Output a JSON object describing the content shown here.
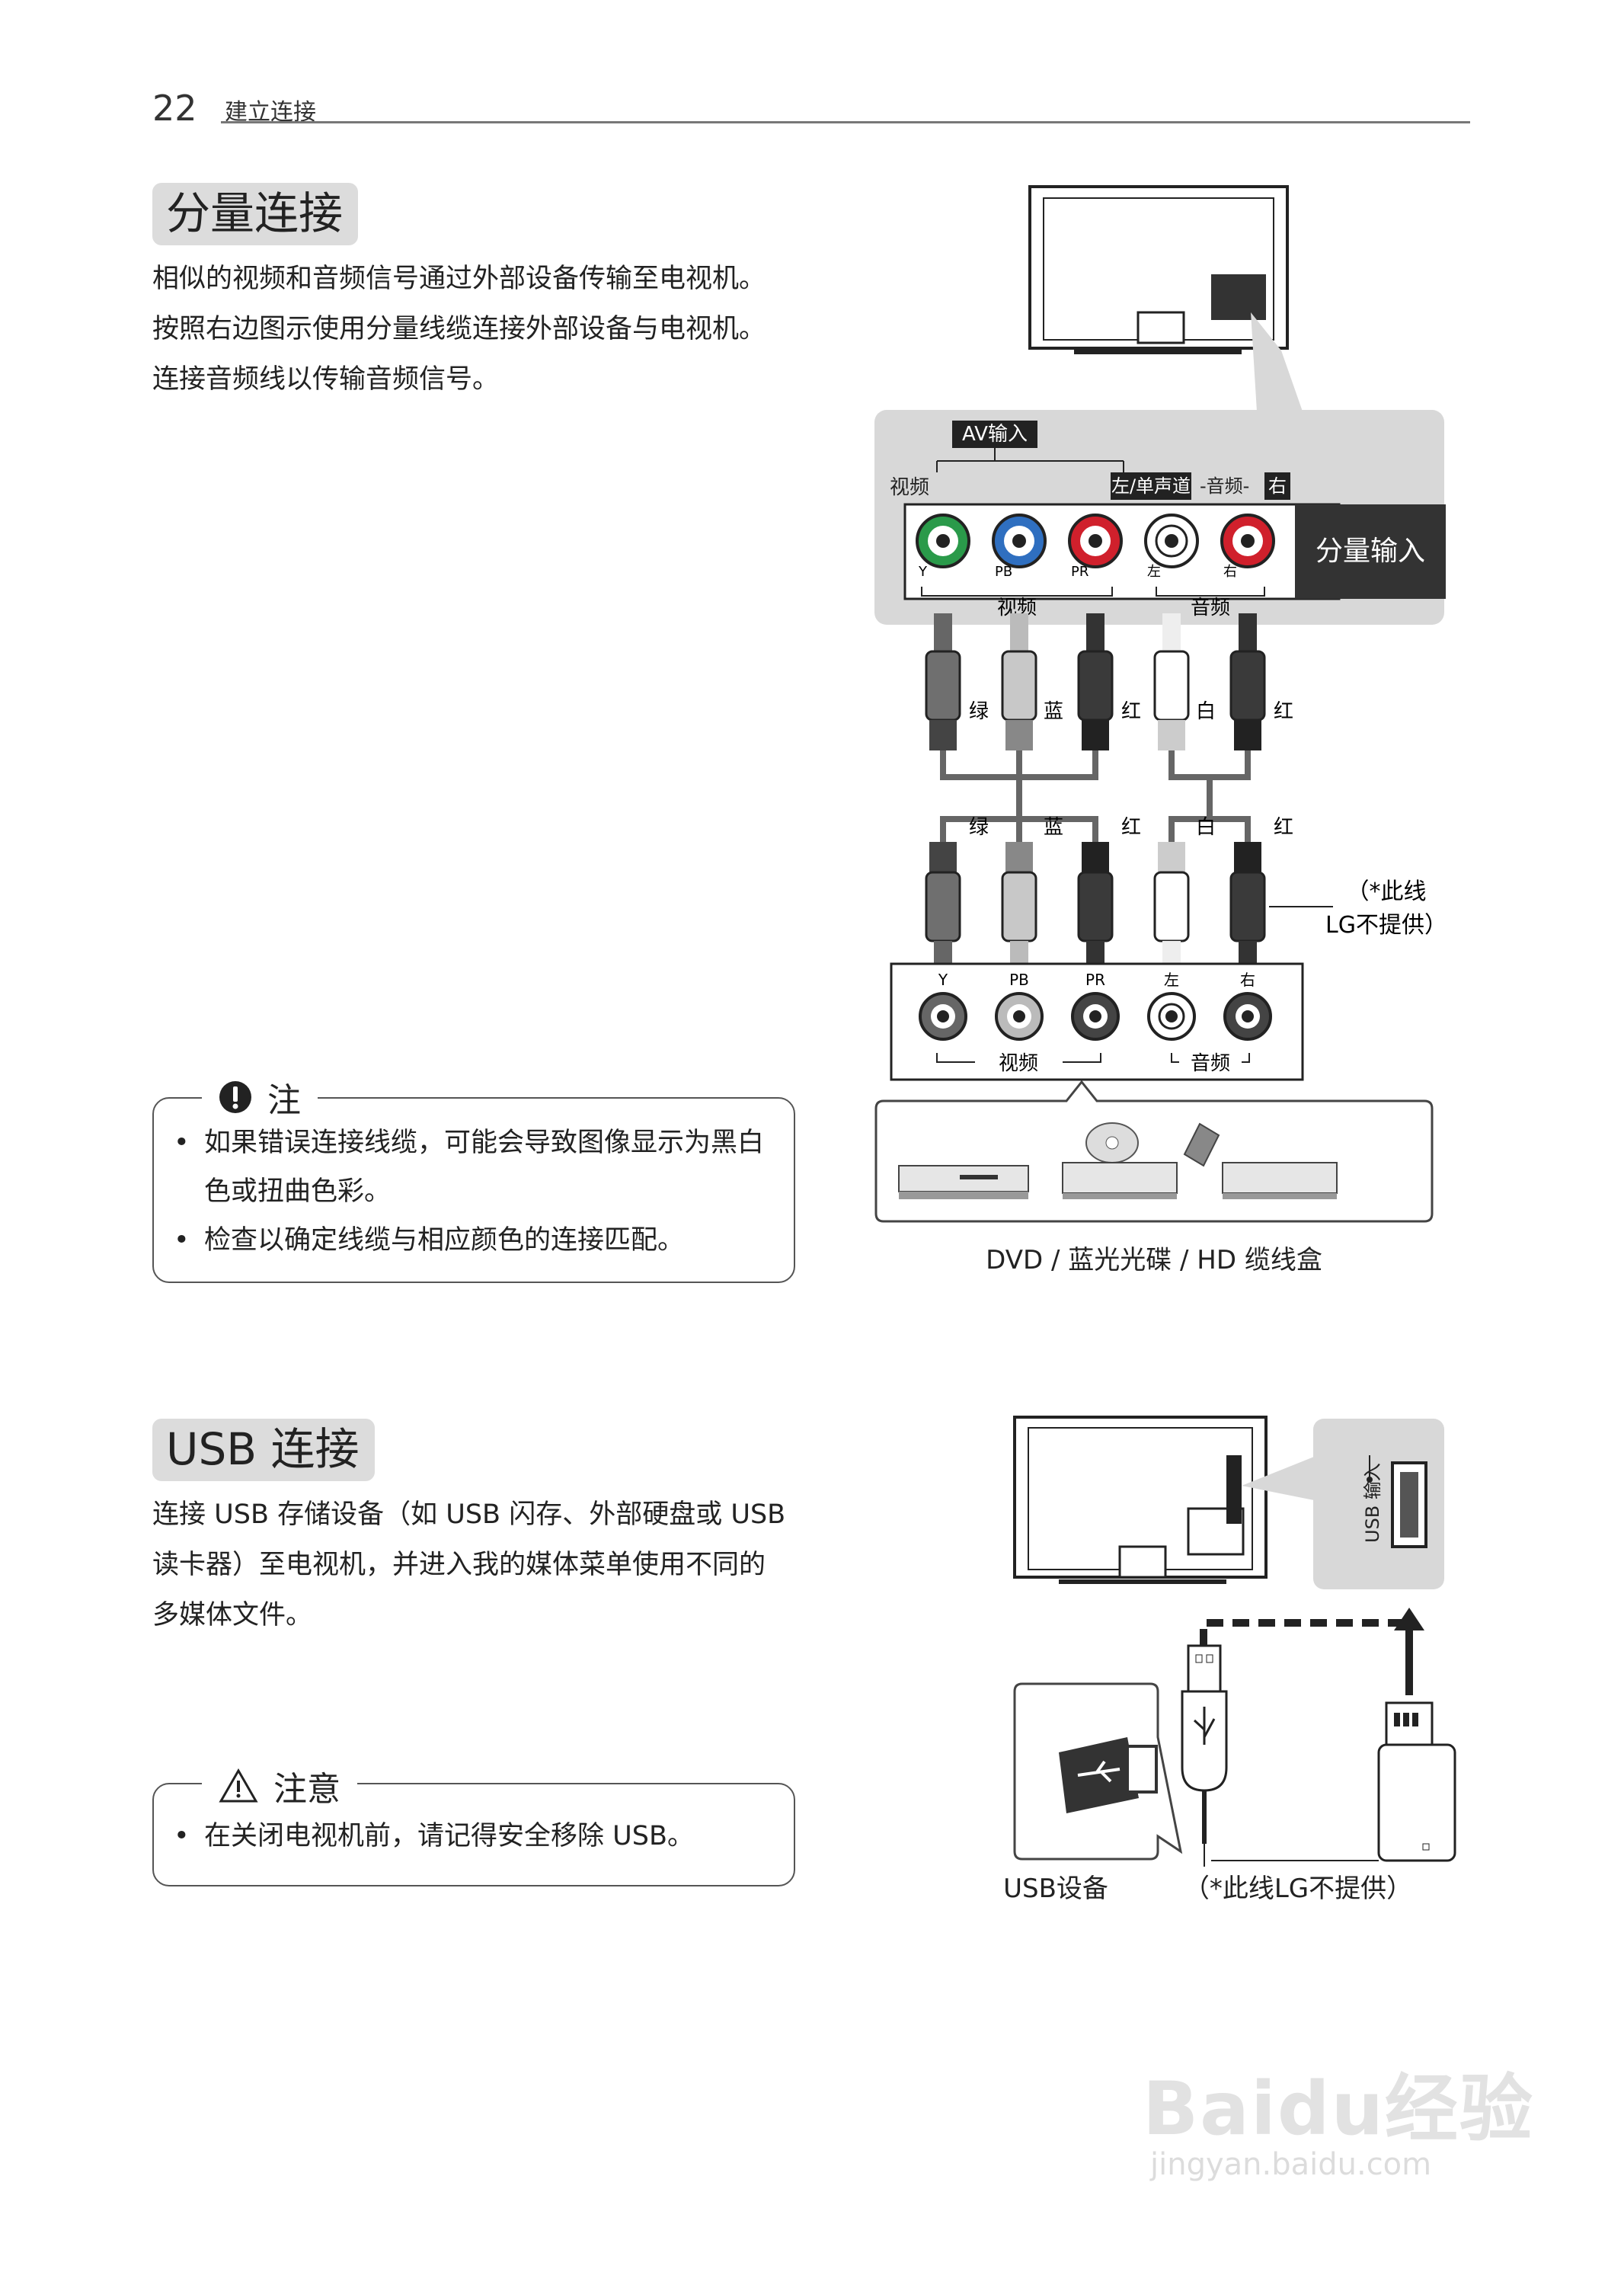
{
  "header": {
    "page_number": "22",
    "chapter": "建立连接"
  },
  "component": {
    "title": "分量连接",
    "lines": [
      "相似的视频和音频信号通过外部设备传输至电视机。",
      "按照右边图示使用分量线缆连接外部设备与电视机。",
      "连接音频线以传输音频信号。"
    ],
    "note": {
      "title": "注",
      "items": [
        "如果错误连接线缆，可能会导致图像显示为黑白",
        "色或扭曲色彩。",
        "检查以确定线缆与相应颜色的连接匹配。"
      ]
    },
    "diagram": {
      "av_in": "AV输入",
      "video_top": "视频",
      "left_mono": "左/单声道",
      "audio_mid": "-音频-",
      "right_tag": "右",
      "component_in": "分量输入",
      "port_y": "Y",
      "port_pb": "PB",
      "port_pr": "PR",
      "port_left": "左",
      "port_right": "右",
      "video_group": "视频",
      "audio_group": "音频",
      "plug_green": "绿",
      "plug_blue": "蓝",
      "plug_red": "红",
      "plug_white": "白",
      "plug_red2": "红",
      "cable_note_1": "（*此线",
      "cable_note_2": "LG不提供）",
      "devices_caption": "DVD / 蓝光光碟 / HD 缆线盒"
    }
  },
  "usb": {
    "title": "USB 连接",
    "lines": [
      "连接 USB 存储设备（如 USB 闪存、外部硬盘或 USB",
      "读卡器）至电视机，并进入我的媒体菜单使用不同的",
      "多媒体文件。"
    ],
    "caution": {
      "title": "注意",
      "items": [
        "在关闭电视机前，请记得安全移除 USB。"
      ]
    },
    "diagram": {
      "usb_in": "USB 输入",
      "device_caption": "USB设备",
      "cable_caption": "（*此线LG不提供）"
    }
  },
  "watermark": {
    "brand": "Baidu经验",
    "url": "jingyan.baidu.com"
  },
  "colors": {
    "green": "#2a9a4a",
    "blue": "#2f6fc0",
    "red": "#d0202c",
    "panel_gray": "#d8d8d8",
    "dark": "#333333"
  }
}
